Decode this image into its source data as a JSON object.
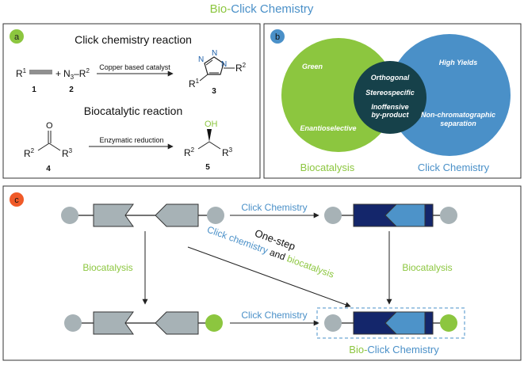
{
  "title": {
    "bio": "Bio-",
    "click": "Click Chemistry"
  },
  "colors": {
    "green": "#8cc63f",
    "blue": "#4a90c8",
    "dark_teal": "#16414a",
    "navy": "#14266b",
    "gray": "#a7b2b6",
    "light_blue": "#4d93c9"
  },
  "panel_a": {
    "badge": "a",
    "section1_title": "Click chemistry reaction",
    "reagent1": "R",
    "reagent1_sup": "1",
    "plus1": "+",
    "reagent2": "N",
    "reagent2_sub": "3",
    "reagent2_tail": "–R",
    "reagent2_sup": "2",
    "catalyst_label": "Copper based catalyst",
    "product_r1": "R",
    "product_r1_sup": "1",
    "product_r2": "R",
    "product_r2_sup": "2",
    "n_label": "N",
    "num1": "1",
    "num2": "2",
    "num3": "3",
    "section2_title": "Biocatalytic reaction",
    "ketone_o": "O",
    "ketone_r2": "R",
    "ketone_r2_sup": "2",
    "ketone_r3": "R",
    "ketone_r3_sup": "3",
    "enzyme_label": "Enzymatic reduction",
    "oh_label": "OH",
    "alcohol_r2": "R",
    "alcohol_r2_sup": "2",
    "alcohol_r3": "R",
    "alcohol_r3_sup": "3",
    "num4": "4",
    "num5": "5"
  },
  "panel_b": {
    "badge": "b",
    "left_items": [
      "Green",
      "Enantioselective"
    ],
    "right_items": [
      "High Yields",
      "Non-chromatographic",
      "separation"
    ],
    "center_items": [
      "Orthogonal",
      "Stereospecific",
      "Inoffensive",
      "by-product"
    ],
    "left_caption": "Biocatalysis",
    "right_caption": "Click Chemistry"
  },
  "panel_c": {
    "badge": "c",
    "top_arrow_label": "Click Chemistry",
    "bottom_arrow_label": "Click Chemistry",
    "left_down_label": "Biocatalysis",
    "right_down_label": "Biocatalysis",
    "onestep_line1": "One-step",
    "onestep_click": "Click chemistry",
    "onestep_and": "and",
    "onestep_bio": "biocatalysis",
    "result_bio": "Bio-",
    "result_click": "Click Chemistry"
  }
}
